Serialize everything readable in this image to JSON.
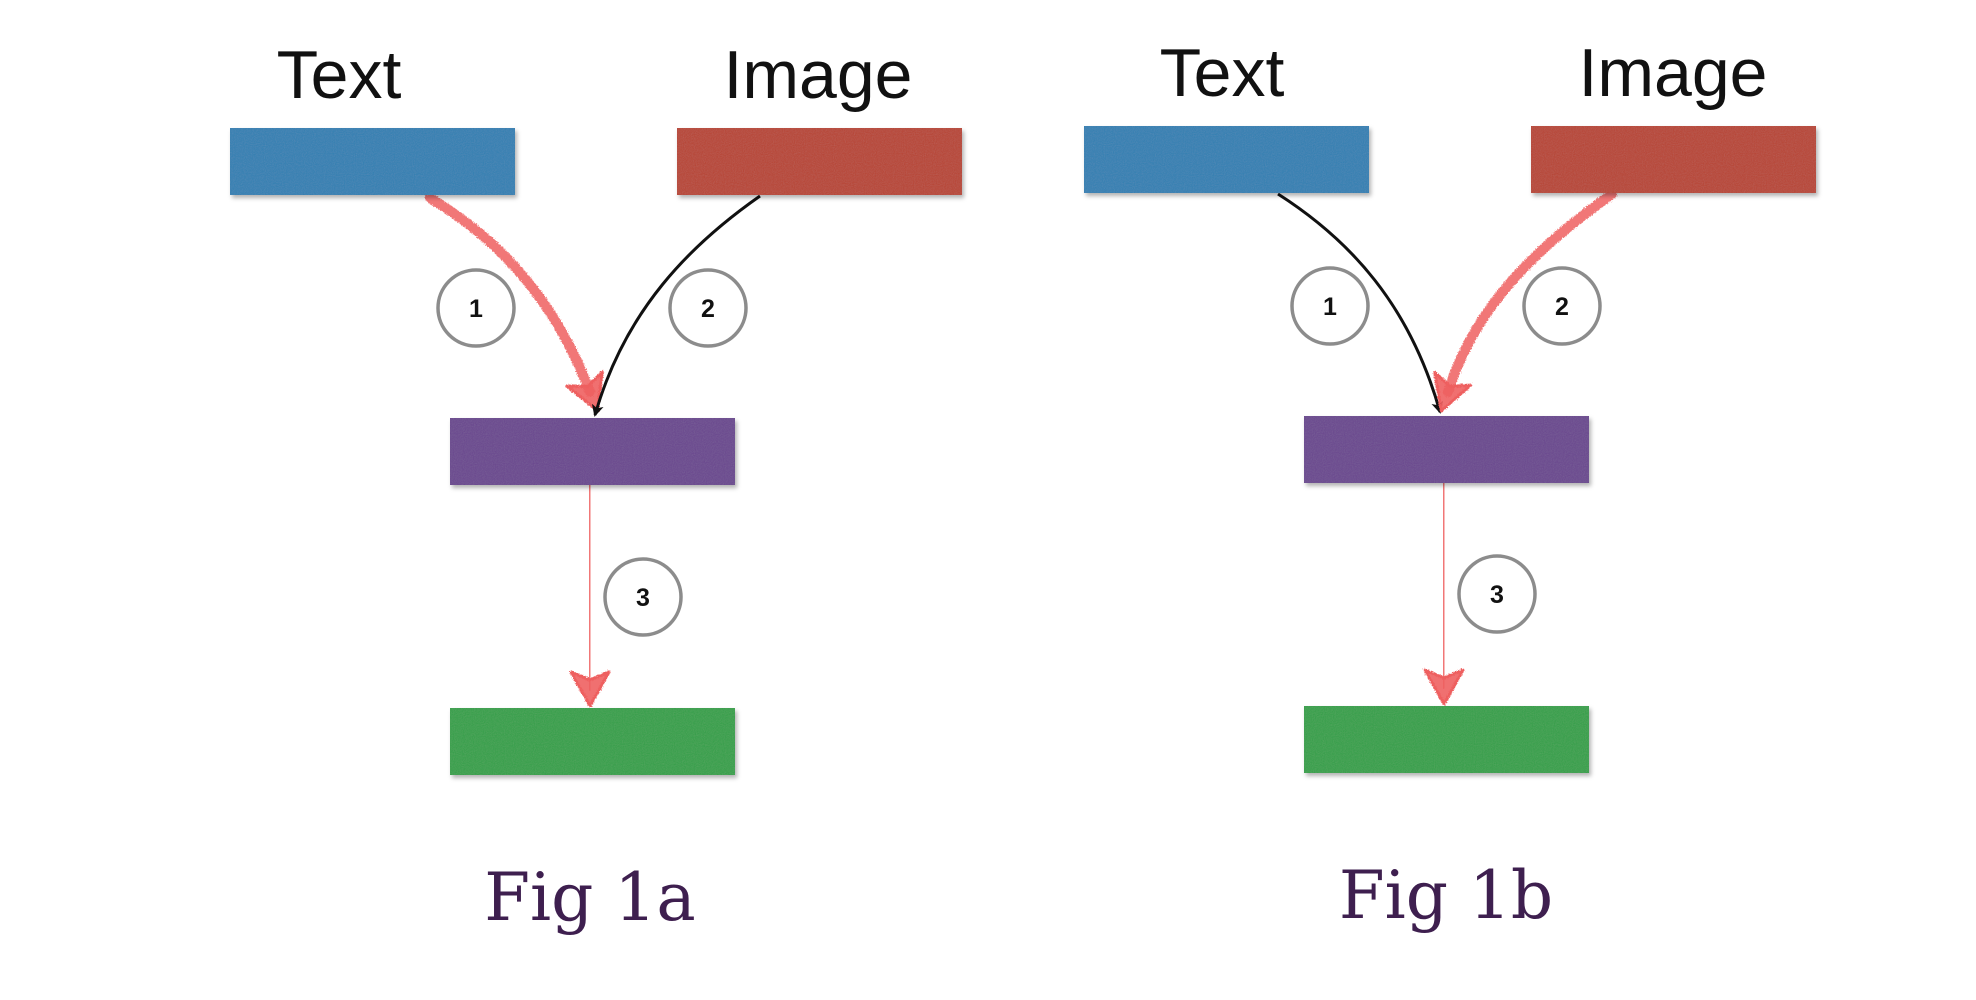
{
  "colors": {
    "text_block": "#3380b3",
    "image_block": "#b84535",
    "middle_block": "#6b478f",
    "output_block": "#35a04a",
    "highlight_arrow": "#ee5f5f",
    "plain_arrow": "#111111",
    "step_circle": "#8c8c8c",
    "caption": "#3e1f4f",
    "label": "#111111"
  },
  "figures": [
    {
      "text_label": "Text",
      "image_label": "Image",
      "caption": "Fig 1a",
      "highlighted_steps": [
        "1",
        "3"
      ],
      "steps": [
        "1",
        "2",
        "3"
      ]
    },
    {
      "text_label": "Text",
      "image_label": "Image",
      "caption": "Fig 1b",
      "highlighted_steps": [
        "2",
        "3"
      ],
      "steps": [
        "1",
        "2",
        "3"
      ]
    }
  ]
}
